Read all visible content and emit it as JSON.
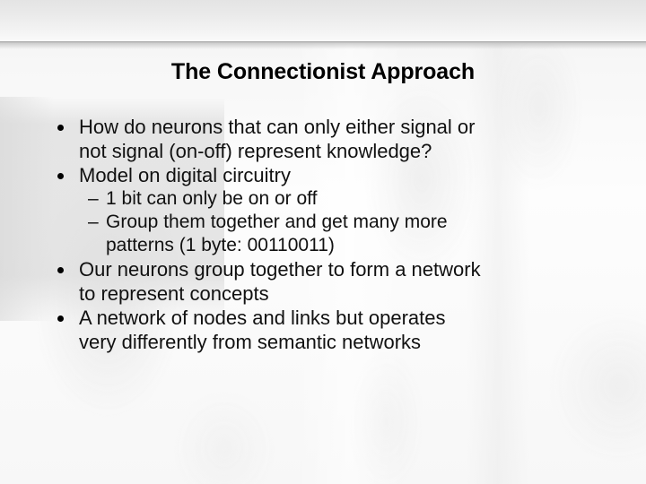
{
  "slide": {
    "title": "The Connectionist Approach",
    "title_color": "#000000",
    "background_color": "#fbfbfb",
    "text_color": "#111111",
    "header_rule_color": "#a8a8a8"
  },
  "content": {
    "bullets": [
      {
        "level": 1,
        "marker": "bullet-dot",
        "text": "How do neurons that can only either signal or\nnot signal (on-off) represent knowledge?"
      },
      {
        "level": 1,
        "marker": "bullet-dot",
        "text": "Model on digital circuitry"
      },
      {
        "level": 2,
        "marker": "–",
        "text": "1 bit can only be on or off"
      },
      {
        "level": 2,
        "marker": "–",
        "text": "Group them together and get many more\npatterns (1 byte: 00110011)"
      },
      {
        "level": 1,
        "marker": "bullet-dot",
        "text": "Our neurons group together to form a network\nto represent concepts"
      },
      {
        "level": 1,
        "marker": "bullet-dot",
        "text": "A network of nodes and links but operates\nvery differently from semantic networks"
      }
    ]
  }
}
